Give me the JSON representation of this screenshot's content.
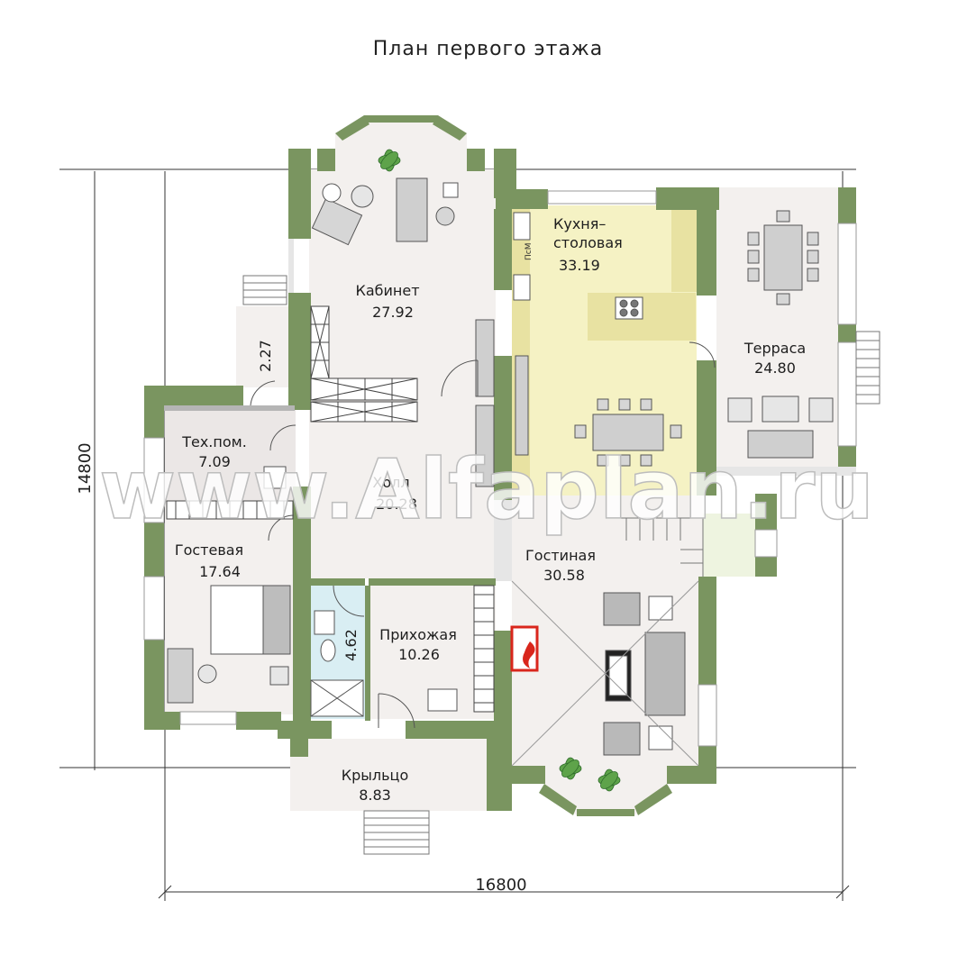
{
  "title": "План первого этажа",
  "watermark": "www.Alfaplan.ru",
  "dimensions": {
    "width": "16800",
    "height": "14800"
  },
  "rooms": [
    {
      "name": "Кабинет",
      "area": "27.92"
    },
    {
      "name": "Кухня–",
      "name2": "столовая",
      "area": "33.19"
    },
    {
      "name": "Терраса",
      "area": "24.80"
    },
    {
      "name": "Тех.пом.",
      "area": "7.09"
    },
    {
      "name": "Холл",
      "area": "20.28"
    },
    {
      "name": "Гостевая",
      "area": "17.64"
    },
    {
      "name": "Гостиная",
      "area": "30.58"
    },
    {
      "name": "Прихожая",
      "area": "10.26"
    },
    {
      "name": "Крыльцо",
      "area": "8.83"
    }
  ],
  "small_areas": {
    "vestibule": "2.27",
    "bathroom": "4.62"
  },
  "appliance_label": "ПсМ",
  "colors": {
    "wall": "#7a9560",
    "floor_light": "#f3f0ee",
    "kitchen_floor": "#f5f2c4",
    "kitchen_counter": "#e8e2a2",
    "bathroom_floor": "#d9eef3",
    "tech_floor": "#ebe7e6",
    "furniture": "#cfcfcf",
    "plant": "#5ea34a",
    "fire": "#d9261c"
  }
}
